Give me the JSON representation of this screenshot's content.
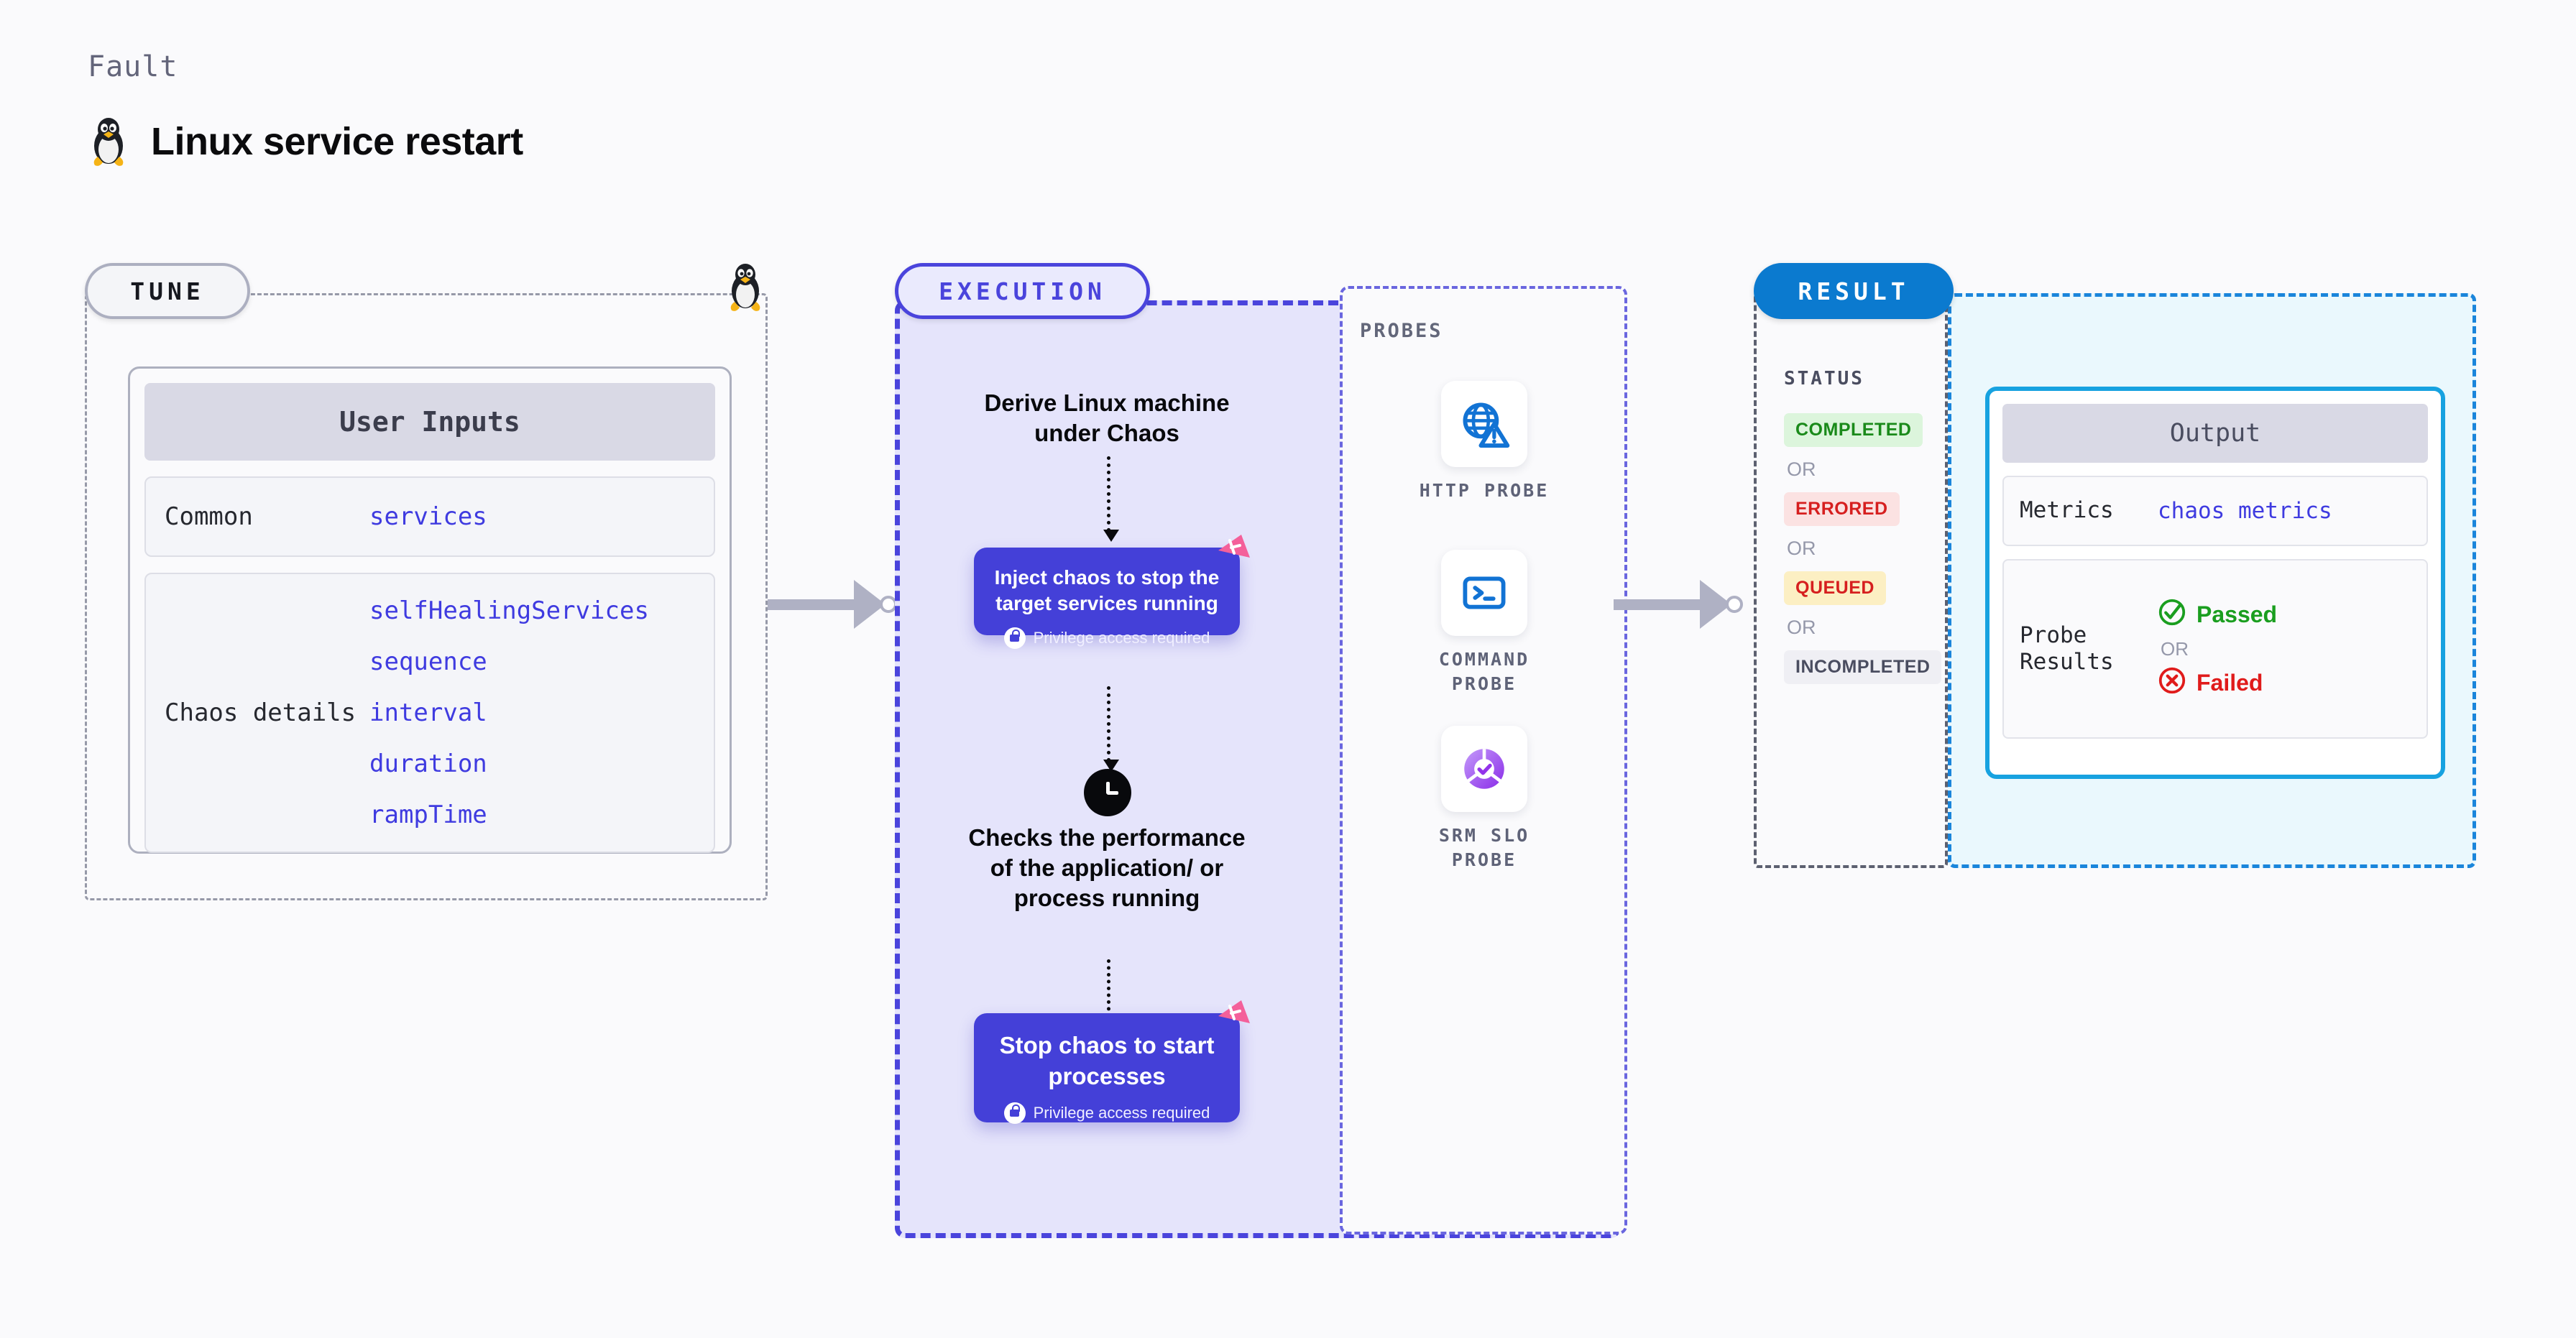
{
  "header": {
    "kicker": "Fault",
    "title": "Linux service restart",
    "icon": "linux-tux-penguin-icon"
  },
  "tune": {
    "badge": "TUNE",
    "corner_icon": "linux-tux-penguin-icon",
    "inputs_card": {
      "header": "User Inputs",
      "rows": [
        {
          "label": "Common",
          "values": [
            "services"
          ]
        },
        {
          "label": "Chaos details",
          "values": [
            "selfHealingServices",
            "sequence",
            "interval",
            "duration",
            "rampTime"
          ]
        }
      ]
    }
  },
  "execution": {
    "badge": "EXECUTION",
    "steps": {
      "derive_text": "Derive Linux machine under Chaos",
      "check_text": "Checks the performance of the application/ or process running",
      "check_icon": "clock-icon"
    },
    "cards": [
      {
        "title": "Inject chaos to stop the target services running",
        "privilege": "Privilege access required",
        "flag_icon": "harness-flag-icon",
        "lock_icon": "lock-icon"
      },
      {
        "title": "Stop chaos to start processes",
        "privilege": "Privilege access required",
        "flag_icon": "harness-flag-icon",
        "lock_icon": "lock-icon"
      }
    ]
  },
  "probes": {
    "label": "PROBES",
    "items": [
      {
        "name": "HTTP PROBE",
        "icon": "globe-warning-icon"
      },
      {
        "name": "COMMAND PROBE",
        "icon": "terminal-icon"
      },
      {
        "name": "SRM SLO PROBE",
        "icon": "slo-donut-check-icon"
      }
    ]
  },
  "result": {
    "badge": "RESULT",
    "status_title": "STATUS",
    "or_label": "OR",
    "statuses": [
      {
        "label": "COMPLETED",
        "style": "sb-completed"
      },
      {
        "label": "ERRORED",
        "style": "sb-errored"
      },
      {
        "label": "QUEUED",
        "style": "sb-queued"
      },
      {
        "label": "INCOMPLETED",
        "style": "sb-incompleted"
      }
    ],
    "output": {
      "header": "Output",
      "metrics_label": "Metrics",
      "metrics_value": "chaos metrics",
      "probe_label": "Probe Results",
      "passed": "Passed",
      "failed": "Failed",
      "or_label": "OR",
      "passed_icon": "check-circle-icon",
      "failed_icon": "x-circle-icon"
    }
  },
  "colors": {
    "page_bg": "#FAFAFC",
    "execution_purple": "#4A44DC",
    "card_purple": "#4440D8",
    "result_blue": "#0B7ACF",
    "output_cyan": "#17A2E0",
    "value_indigo": "#3F3BE0",
    "flag_pink": "#F4609A",
    "pass_green": "#1A9E1F",
    "fail_red": "#E01B1B"
  }
}
